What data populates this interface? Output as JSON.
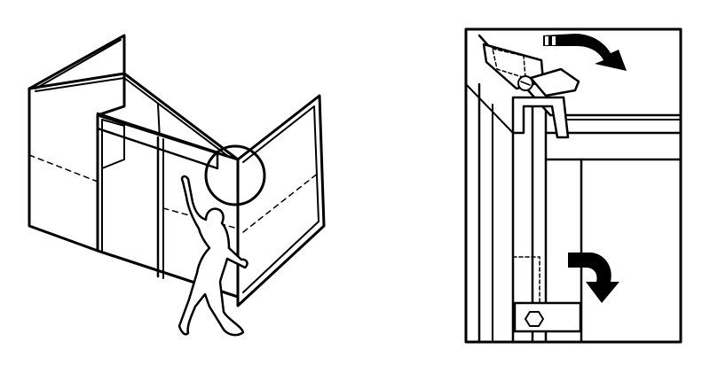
{
  "figure": {
    "panels": [
      {
        "id": "overview",
        "subject": "greenhouse-assembly-overview"
      },
      {
        "id": "detail",
        "subject": "roof-clip-and-bolt-detail"
      }
    ],
    "icons": [
      "person-icon",
      "magnifier-circle-icon",
      "arrow-curved-icon",
      "hex-bolt-icon"
    ],
    "colors": {
      "ink": "#000000",
      "paper": "#ffffff"
    }
  }
}
